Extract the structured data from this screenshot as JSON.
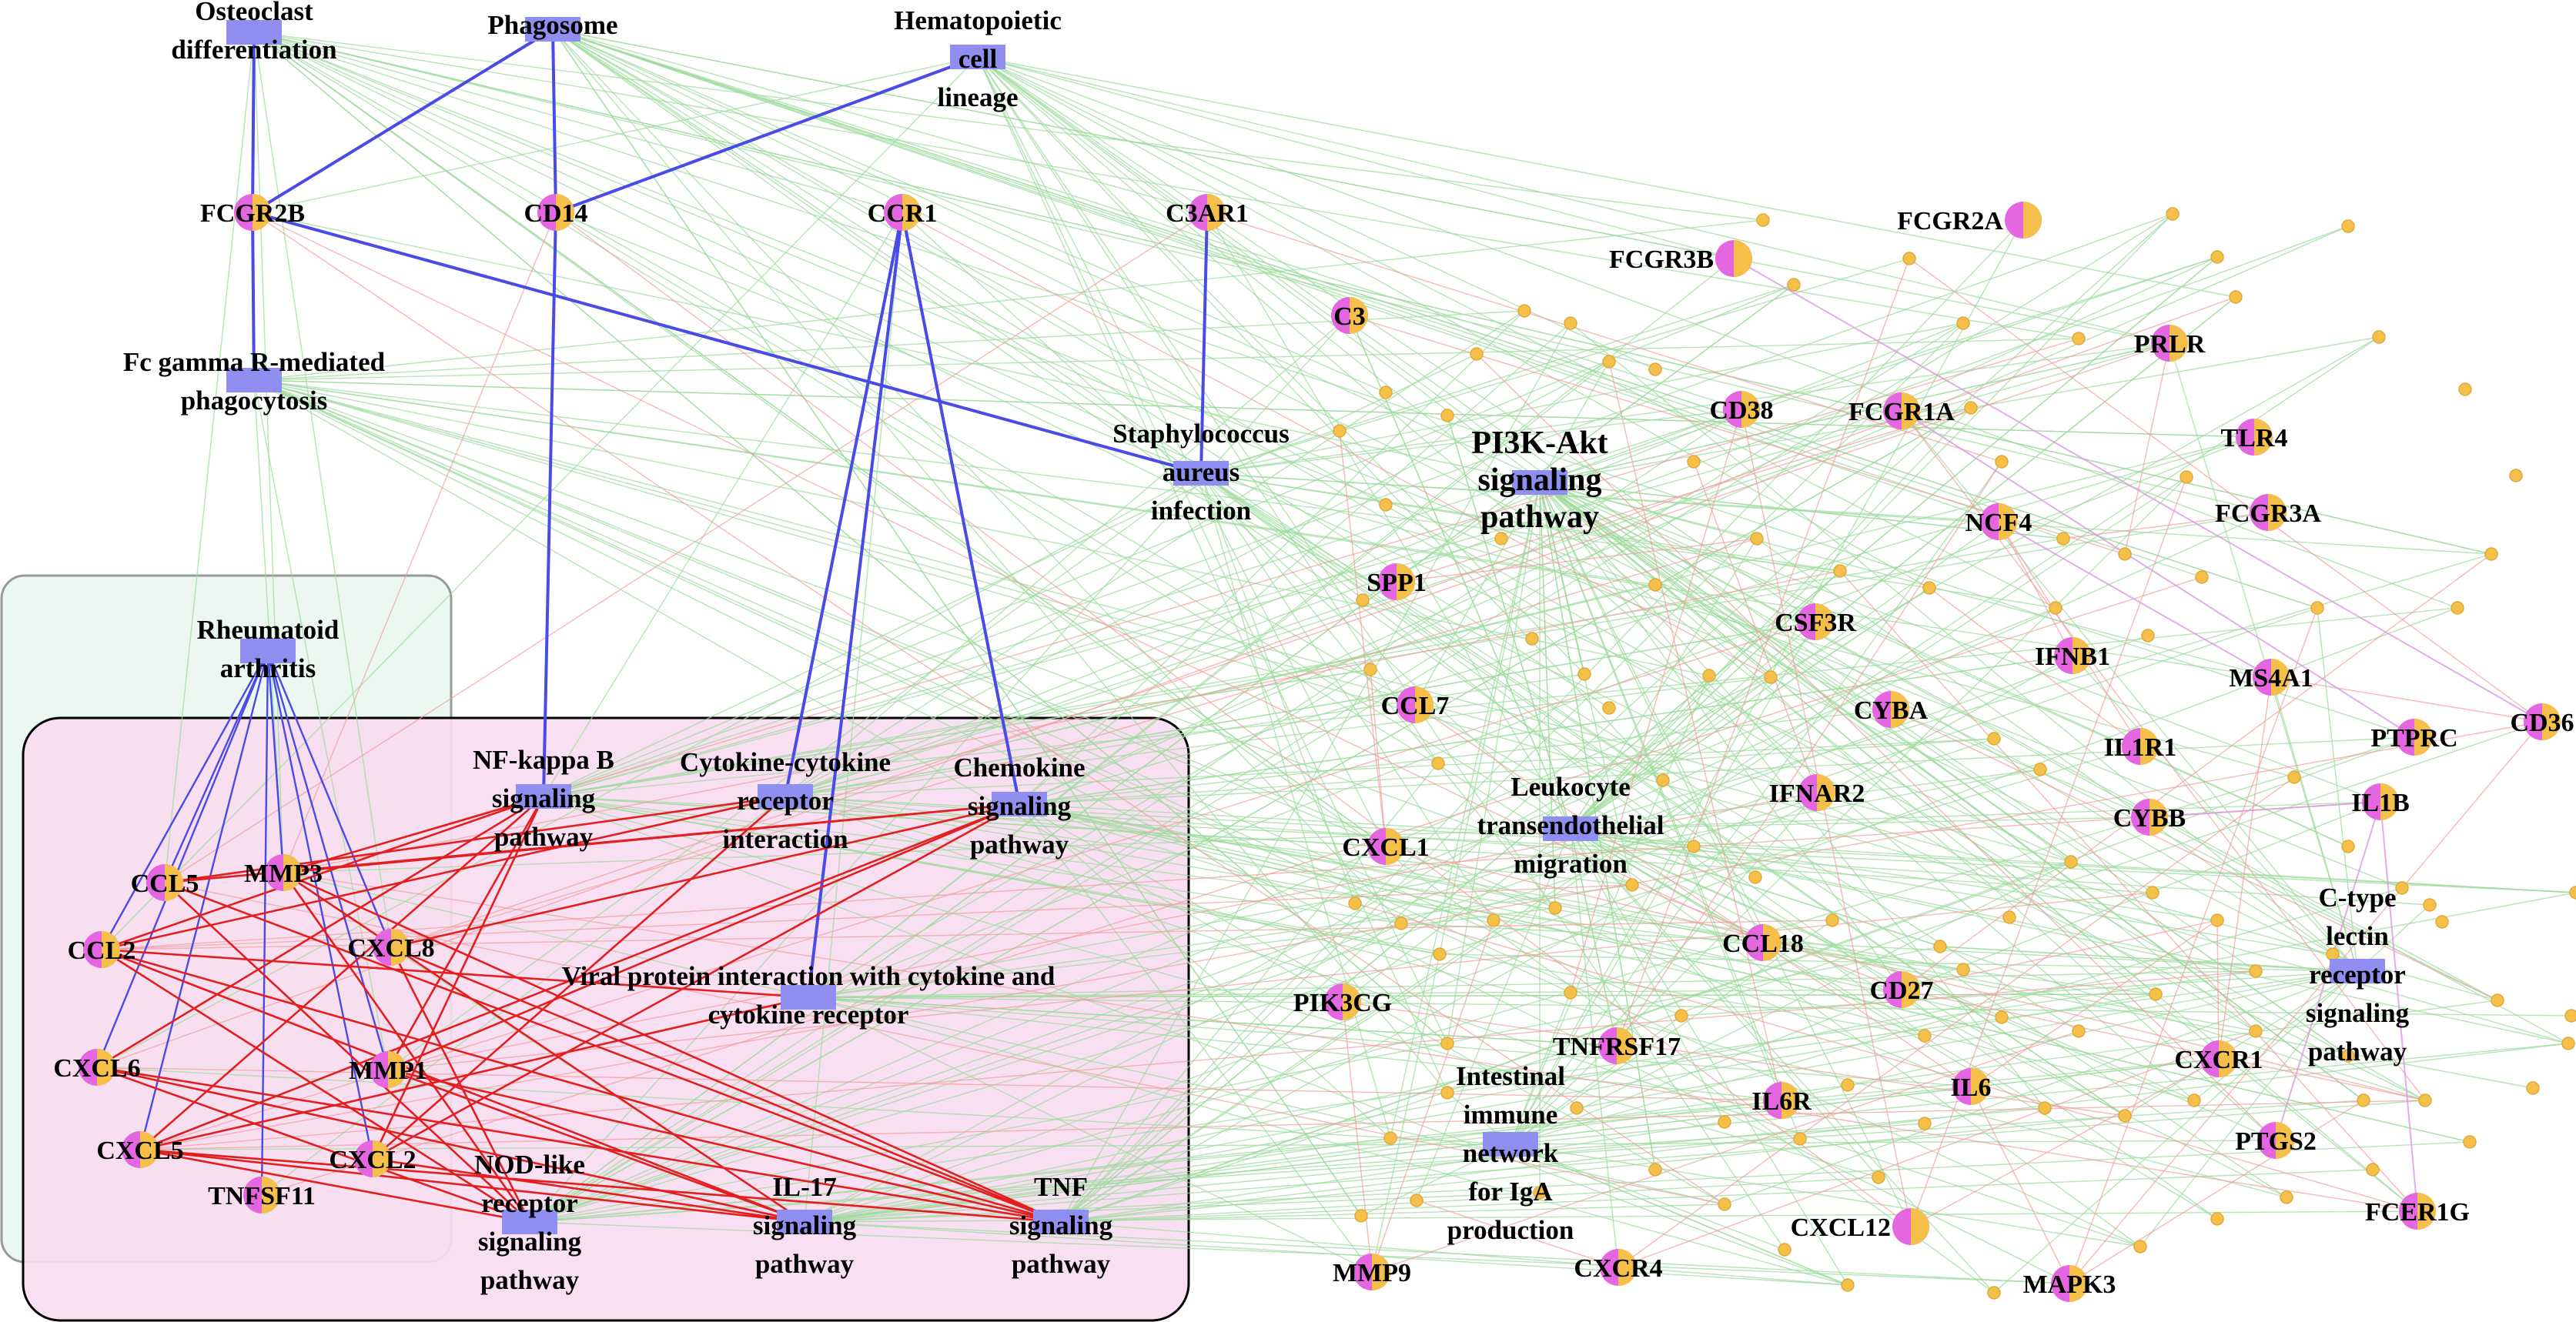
{
  "colors": {
    "pathway_box": "#8f8ff2",
    "edge_pathway_gene": "#9ddb9d",
    "edge_gene_gene": "#f29a9a",
    "edge_misc": "#d99ae0",
    "edge_highlight_blue": "#4a4ae6",
    "edge_highlight_red": "#e31e1e",
    "node_orange": "#f5c04a",
    "node_magenta": "#e466e0",
    "region_green_fill": "#eaf8f1",
    "region_pink_fill": "#f7dcf0"
  },
  "pathways": [
    {
      "id": "osteoclast",
      "lines": [
        "Osteoclast",
        "differentiation"
      ]
    },
    {
      "id": "phagosome",
      "lines": [
        "Phagosome"
      ]
    },
    {
      "id": "hematopoietic",
      "lines": [
        "Hematopoietic",
        "cell",
        "lineage"
      ]
    },
    {
      "id": "fcgamma",
      "lines": [
        "Fc gamma R-mediated",
        "phagocytosis"
      ]
    },
    {
      "id": "staph",
      "lines": [
        "Staphylococcus",
        "aureus",
        "infection"
      ]
    },
    {
      "id": "pi3k",
      "lines": [
        "PI3K-Akt",
        "signaling",
        "pathway"
      ]
    },
    {
      "id": "ra",
      "lines": [
        "Rheumatoid",
        "arthritis"
      ]
    },
    {
      "id": "nfkb",
      "lines": [
        "NF-kappa B",
        "signaling",
        "pathway"
      ]
    },
    {
      "id": "cytokine",
      "lines": [
        "Cytokine-cytokine",
        "receptor",
        "interaction"
      ]
    },
    {
      "id": "chemokine",
      "lines": [
        "Chemokine",
        "signaling",
        "pathway"
      ]
    },
    {
      "id": "leukocyte",
      "lines": [
        "Leukocyte",
        "transendothelial",
        "migration"
      ]
    },
    {
      "id": "viral",
      "lines": [
        "Viral protein interaction with cytokine and",
        "cytokine receptor"
      ]
    },
    {
      "id": "ctype",
      "lines": [
        "C-type",
        "lectin",
        "receptor",
        "signaling",
        "pathway"
      ]
    },
    {
      "id": "intestinal",
      "lines": [
        "Intestinal",
        "immune",
        "network",
        "for IgA",
        "production"
      ]
    },
    {
      "id": "nod",
      "lines": [
        "NOD-like",
        "receptor",
        "signaling",
        "pathway"
      ]
    },
    {
      "id": "il17",
      "lines": [
        "IL-17",
        "signaling",
        "pathway"
      ]
    },
    {
      "id": "tnf",
      "lines": [
        "TNF",
        "signaling",
        "pathway"
      ]
    }
  ],
  "genes": [
    {
      "id": "FCGR2B",
      "label": "FCGR2B"
    },
    {
      "id": "CD14",
      "label": "CD14"
    },
    {
      "id": "CCR1",
      "label": "CCR1"
    },
    {
      "id": "C3AR1",
      "label": "C3AR1"
    },
    {
      "id": "C3",
      "label": "C3"
    },
    {
      "id": "FCGR3B",
      "label": "FCGR3B"
    },
    {
      "id": "FCGR2A",
      "label": "FCGR2A"
    },
    {
      "id": "PRLR",
      "label": "PRLR"
    },
    {
      "id": "CD38",
      "label": "CD38"
    },
    {
      "id": "FCGR1A",
      "label": "FCGR1A"
    },
    {
      "id": "TLR4",
      "label": "TLR4"
    },
    {
      "id": "NCF4",
      "label": "NCF4"
    },
    {
      "id": "FCGR3A",
      "label": "FCGR3A"
    },
    {
      "id": "SPP1",
      "label": "SPP1"
    },
    {
      "id": "CSF3R",
      "label": "CSF3R"
    },
    {
      "id": "IFNB1",
      "label": "IFNB1"
    },
    {
      "id": "MS4A1",
      "label": "MS4A1"
    },
    {
      "id": "CD36",
      "label": "CD36"
    },
    {
      "id": "CCL7",
      "label": "CCL7"
    },
    {
      "id": "CYBA",
      "label": "CYBA"
    },
    {
      "id": "PTPRC",
      "label": "PTPRC"
    },
    {
      "id": "IL1R1",
      "label": "IL1R1"
    },
    {
      "id": "IFNAR2",
      "label": "IFNAR2"
    },
    {
      "id": "CYBB",
      "label": "CYBB"
    },
    {
      "id": "IL1B",
      "label": "IL1B"
    },
    {
      "id": "CXCL1",
      "label": "CXCL1"
    },
    {
      "id": "CCL5",
      "label": "CCL5"
    },
    {
      "id": "MMP3",
      "label": "MMP3"
    },
    {
      "id": "CCL2",
      "label": "CCL2"
    },
    {
      "id": "CXCL8",
      "label": "CXCL8"
    },
    {
      "id": "CXCL6",
      "label": "CXCL6"
    },
    {
      "id": "MMP1",
      "label": "MMP1"
    },
    {
      "id": "CXCL5",
      "label": "CXCL5"
    },
    {
      "id": "CXCL2",
      "label": "CXCL2"
    },
    {
      "id": "TNFSF11",
      "label": "TNFSF11"
    },
    {
      "id": "CCL18",
      "label": "CCL18"
    },
    {
      "id": "CD27",
      "label": "CD27"
    },
    {
      "id": "PIK3CG",
      "label": "PIK3CG"
    },
    {
      "id": "TNFRSF17",
      "label": "TNFRSF17"
    },
    {
      "id": "CXCR1",
      "label": "CXCR1"
    },
    {
      "id": "IL6R",
      "label": "IL6R"
    },
    {
      "id": "IL6",
      "label": "IL6"
    },
    {
      "id": "PTGS2",
      "label": "PTGS2"
    },
    {
      "id": "CXCL12",
      "label": "CXCL12"
    },
    {
      "id": "FCER1G",
      "label": "FCER1G"
    },
    {
      "id": "MMP9",
      "label": "MMP9"
    },
    {
      "id": "CXCR4",
      "label": "CXCR4"
    },
    {
      "id": "MAPK3",
      "label": "MAPK3"
    }
  ]
}
